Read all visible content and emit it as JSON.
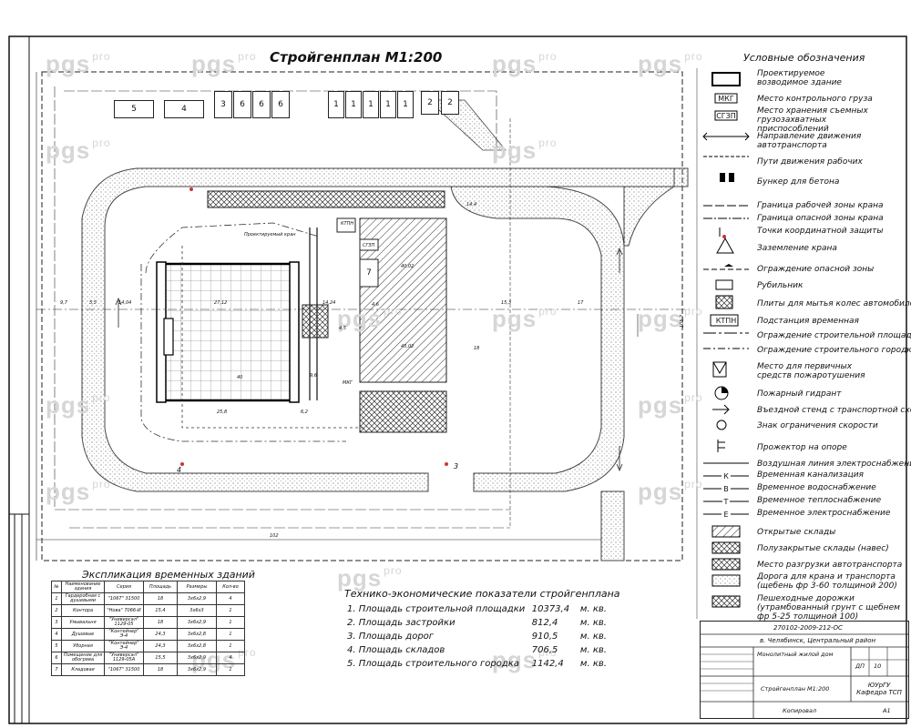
{
  "watermark": {
    "brand": "pgs",
    "suffix": "pro"
  },
  "plan_title": "Стройгенплан М1:200",
  "legend": {
    "title": "Условные обозначения",
    "items": [
      "Проектируемое возводимое здание",
      "Место контрольного груза",
      "Место хранения съемных грузозахватных приспособлений",
      "Направление движения автотранспорта",
      "Пути движения рабочих",
      "Бункер для бетона",
      "Граница рабочей зоны крана",
      "Граница опасной зоны крана",
      "Точки координатной защиты",
      "Заземление крана",
      "Ограждение опасной зоны",
      "Рубильник",
      "Плиты для мытья колес автомобилей",
      "Подстанция временная",
      "Ограждение строительной площадки",
      "Ограждение строительного городка",
      "Место для первичных средств пожаротушения",
      "Пожарный гидрант",
      "Въездной стенд с транспортной схемой",
      "Знак ограничения скорости",
      "Прожектор на опоре",
      "Воздушная линия электроснабжения",
      "Временная канализация",
      "Временное водоснабжение",
      "Временное теплоснабжение",
      "Временное электроснабжение",
      "Открытые склады",
      "Полузакрытые склады (навес)",
      "Место разгрузки автотранспорта",
      "Дорога для крана и транспорта (щебень фр 3-60 толщиной 200)",
      "Пешеходные дорожки (утрамбованный грунт с щебнем фр 5-25 толщиной 100)"
    ],
    "symbols": {
      "mkg": "МКГ",
      "szp": "СГЗП",
      "ktpn": "КТПН",
      "k": "К",
      "v": "В",
      "t": "Т",
      "e": "Е"
    }
  },
  "plan_labels": {
    "dims": [
      "27,12",
      "14,04",
      "14,24",
      "15,3",
      "17",
      "9,7",
      "5,5",
      "18",
      "25,8",
      "6,2",
      "40",
      "102",
      "4,6",
      "14,4",
      "40,02",
      "45,02",
      "105,7",
      "9,6",
      "4,5"
    ],
    "buildings": [
      "5",
      "4",
      "3",
      "6",
      "6",
      "6",
      "1",
      "1",
      "1",
      "1",
      "1",
      "2",
      "2",
      "7"
    ],
    "crane_note": "Проектируемый кран",
    "ktpn_label": "КТПН",
    "mkg_label": "МКГ",
    "szp_label": "СГЗП",
    "point_3": "3",
    "point_4": "4"
  },
  "tei": {
    "title": "Технико-экономические показатели стройгенплана",
    "rows": [
      {
        "n": "1.",
        "label": "Площадь строительной площадки",
        "value": "10373,4",
        "unit": "м. кв."
      },
      {
        "n": "2.",
        "label": "Площадь застройки",
        "value": "812,4",
        "unit": "м. кв."
      },
      {
        "n": "3.",
        "label": "Площадь дорог",
        "value": "910,5",
        "unit": "м. кв."
      },
      {
        "n": "4.",
        "label": "Площадь складов",
        "value": "706,5",
        "unit": "м. кв."
      },
      {
        "n": "5.",
        "label": "Площадь строительного городка",
        "value": "1142,4",
        "unit": "м. кв."
      }
    ]
  },
  "explication": {
    "title": "Экспликация временных зданий",
    "headers": [
      "№",
      "Наименование здания",
      "Серия",
      "Площадь",
      "Размеры",
      "Кол-во"
    ],
    "rows": [
      [
        "1",
        "Гардеробная с душевыми",
        "\"1067\" 31500",
        "18",
        "3х6х2,9",
        "4"
      ],
      [
        "2",
        "Контора",
        "\"Нова\" 7066-И",
        "15,4",
        "3х6х3",
        "1"
      ],
      [
        "3",
        "Умывальня",
        "\"Универсал\" 1129-05",
        "18",
        "3х6х2,9",
        "1"
      ],
      [
        "4",
        "Душевые",
        "\"Контейнер\" Э-4",
        "24,3",
        "3х6х2,8",
        "1"
      ],
      [
        "5",
        "Уборная",
        "\"Контейнер\" Э-4",
        "24,3",
        "3х6х2,8",
        "1"
      ],
      [
        "6",
        "Помещение для обогрева",
        "\"Универсал\" 1129-05А",
        "15,5",
        "3х6х2,9",
        "4"
      ],
      [
        "7",
        "Кладовая",
        "\"1067\" 31500",
        "18",
        "3х6х2,9",
        "1"
      ]
    ]
  },
  "stamp": {
    "code": "270102-2009-212-ОС",
    "city": "в. Челябинск, Центральный район",
    "object": "Монолитный жилой дом",
    "sheet_name": "Стройгенплан М1:200",
    "org": "ЮУрГУ Кафедра ТСП",
    "stage": "ДП",
    "sheet_no": "10",
    "format": "Копировал",
    "size": "А1"
  },
  "colors": {
    "line": "#222222",
    "watermark": "#d6d6d6",
    "road": "#eeeeee"
  }
}
